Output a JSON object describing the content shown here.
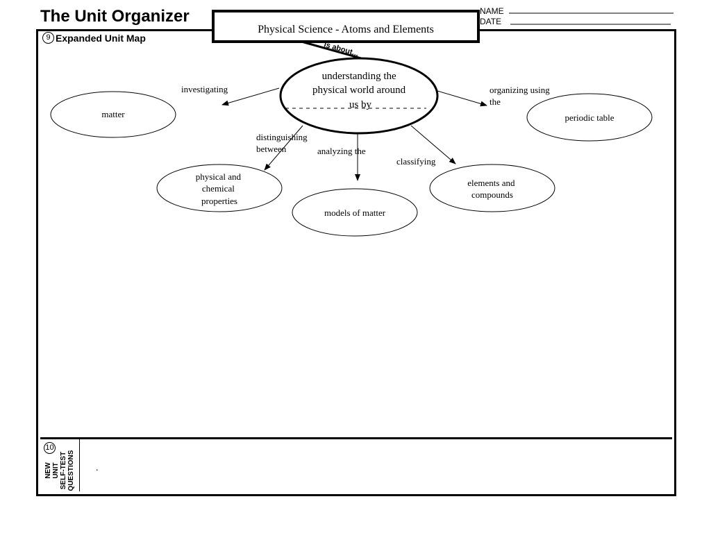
{
  "header": {
    "app_title": "The Unit Organizer",
    "unit_title": "Physical Science - Atoms and Elements",
    "name_label": "NAME",
    "date_label": "DATE"
  },
  "map_section": {
    "number": "9",
    "heading": "Expanded Unit Map",
    "connector_label": "is about...",
    "center_lines": [
      "understanding the",
      "physical world around",
      "us by"
    ],
    "nodes": [
      {
        "lines": [
          "matter"
        ]
      },
      {
        "lines": [
          "periodic table"
        ]
      },
      {
        "lines": [
          "physical and",
          "chemical",
          "properties"
        ]
      },
      {
        "lines": [
          "models of matter"
        ]
      },
      {
        "lines": [
          "elements and",
          "compounds"
        ]
      }
    ],
    "links": [
      {
        "lines": [
          "investigating"
        ]
      },
      {
        "lines": [
          "organizing using",
          "the"
        ]
      },
      {
        "lines": [
          "distinguishing",
          "between"
        ]
      },
      {
        "lines": [
          "analyzing the"
        ]
      },
      {
        "lines": [
          "classifying"
        ]
      }
    ]
  },
  "questions_section": {
    "number": "10",
    "label_lines": [
      "NEW",
      "UNIT",
      "SELF-TEST",
      "QUESTIONS"
    ],
    "content": "."
  }
}
